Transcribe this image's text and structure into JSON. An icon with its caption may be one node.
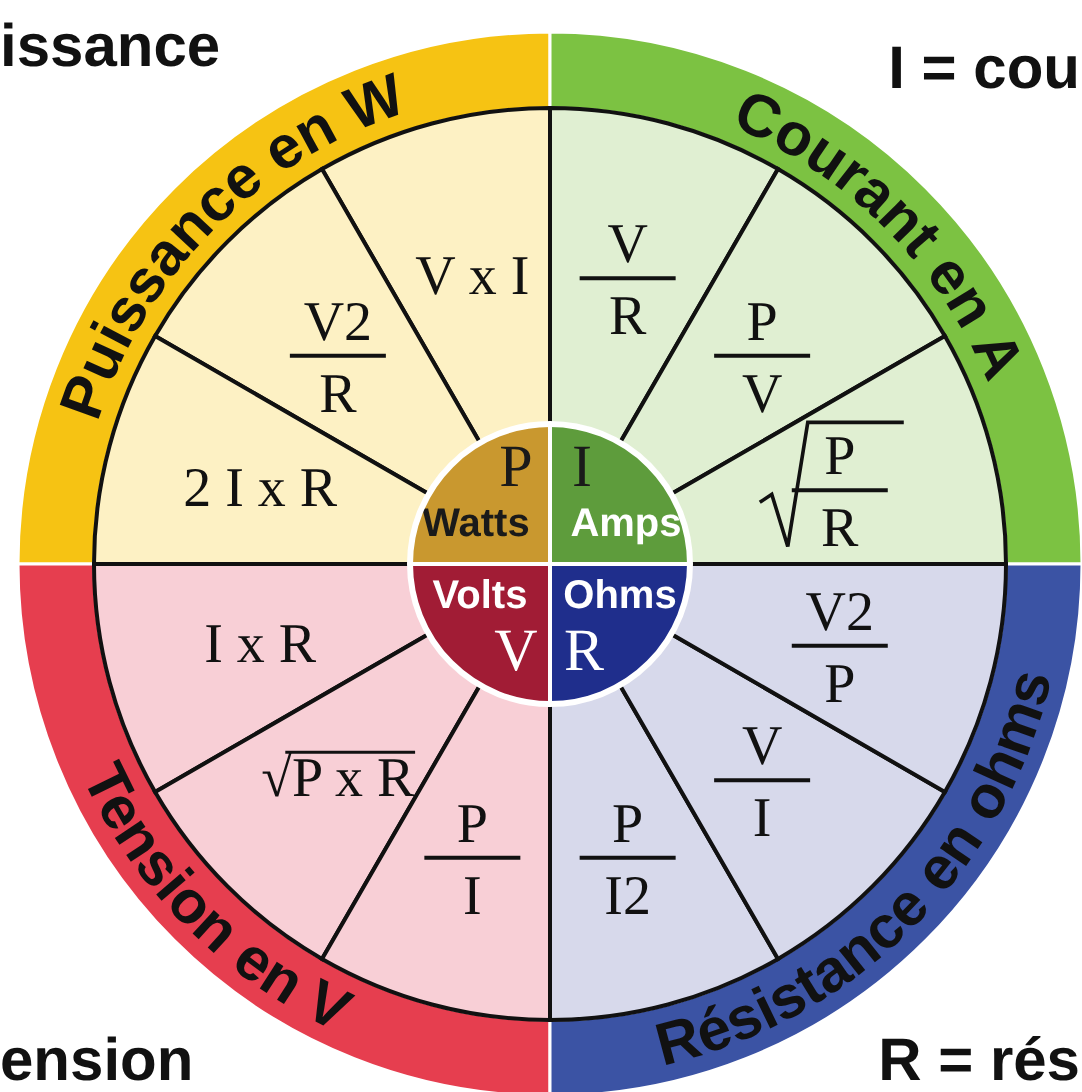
{
  "diagram": {
    "nodes": [
      {
        "text": [
          "Puissance en W"
        ]
      },
      {
        "text": [
          "Courant en A"
        ]
      },
      {
        "text": [
          "Tension en V"
        ]
      },
      {
        "text": [
          "Résistance en ohms"
        ]
      },
      {
        "text": [
          "V x I"
        ]
      },
      {
        "text": [
          "V2",
          "R"
        ]
      },
      {
        "text": [
          "2 I x R"
        ]
      },
      {
        "text": [
          "V",
          "R"
        ]
      },
      {
        "text": [
          "P",
          "V"
        ]
      },
      {
        "text": [
          "P",
          "R"
        ]
      },
      {
        "text": [
          "I x R"
        ]
      },
      {
        "text": [
          "√P x R"
        ]
      },
      {
        "text": [
          "P",
          "I"
        ]
      },
      {
        "text": [
          "P",
          "I2"
        ]
      },
      {
        "text": [
          "V",
          "I"
        ]
      },
      {
        "text": [
          "V2",
          "P"
        ]
      },
      {
        "text": [
          "P",
          "Watts"
        ]
      },
      {
        "text": [
          "I",
          "Amps"
        ]
      },
      {
        "text": [
          "Volts",
          "V"
        ]
      },
      {
        "text": [
          "Ohms",
          "R"
        ]
      }
    ],
    "labels": [
      "issance",
      "I = cou",
      "ension",
      "R = rés"
    ]
  }
}
